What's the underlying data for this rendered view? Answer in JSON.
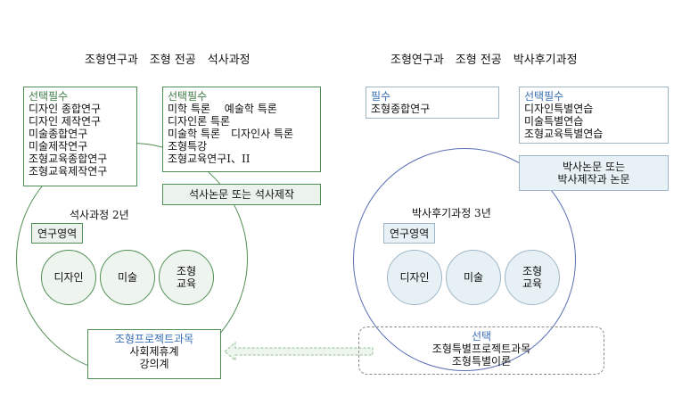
{
  "left": {
    "title": "조형연구과　조형 전공　석사과정",
    "box_a": {
      "header": "선택필수",
      "lines": [
        "디자인 종합연구",
        "디자인 제작연구",
        "미술종합연구",
        "미술제작연구",
        "조형교육종합연구",
        "조형교육제작연구"
      ]
    },
    "box_b": {
      "header": "선택필수",
      "lines": [
        "미학 특론　 예술학 특론",
        "디자인론 특론",
        "미술학 특론　디자인사 특론",
        "조형특강",
        "조형교육연구I、II"
      ]
    },
    "thesis": "석사논문 또는 석사제작",
    "course_label": "석사과정 2년",
    "area_tag": "연구영역",
    "areas": [
      {
        "line1": "디자인",
        "line2": ""
      },
      {
        "line1": "미술",
        "line2": ""
      },
      {
        "line1": "조형",
        "line2": "교육"
      }
    ],
    "project": {
      "header": "조형프로젝트과목",
      "lines": [
        "사회제휴계",
        "강의계"
      ]
    }
  },
  "right": {
    "title": "조형연구과　조형 전공　박사후기과정",
    "box_a": {
      "header": "필수",
      "lines": [
        "조형종합연구"
      ]
    },
    "box_b": {
      "header": "선택필수",
      "lines": [
        "디자인특별연습",
        "미술특별연습",
        "조형교육특별연습"
      ]
    },
    "thesis": {
      "line1": "박사논문 또는",
      "line2": "박사제작과 논문"
    },
    "course_label": "박사후기과정 3년",
    "area_tag": "연구영역",
    "areas": [
      {
        "line1": "디자인",
        "line2": ""
      },
      {
        "line1": "미술",
        "line2": ""
      },
      {
        "line1": "조형",
        "line2": "교육"
      }
    ],
    "elective": {
      "header": "선택",
      "lines": [
        "조형특별프로젝트과목",
        "조형특별이론"
      ]
    }
  },
  "colors": {
    "green": "#4f8f55",
    "blue": "#3a6fb5",
    "light_blue_border": "#9fb6c6",
    "green_fill": "#eef4ee",
    "blue_fill": "#e6f0f5"
  }
}
